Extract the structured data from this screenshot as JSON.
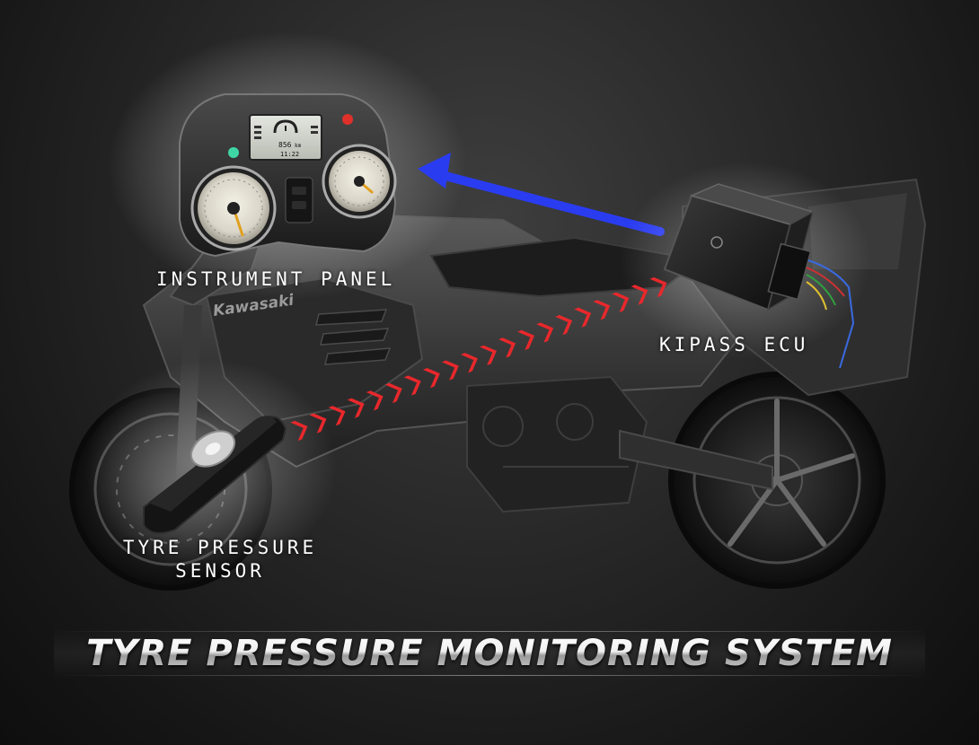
{
  "title": "TYRE PRESSURE MONITORING SYSTEM",
  "labels": {
    "instrument_panel": "INSTRUMENT PANEL",
    "ecu": "KIPASS ECU",
    "sensor_line1": "TYRE PRESSURE",
    "sensor_line2": "SENSOR"
  },
  "brand_text": "Kawasaki",
  "display": {
    "odometer": "856",
    "odometer_unit": "km",
    "clock": "11:22"
  },
  "colors": {
    "data_arrow": "#e8282c",
    "display_arrow": "#2a3cf0",
    "background": "#2a2a2a",
    "label_text": "#ffffff"
  },
  "icons": [
    "motorcycle-image",
    "instrument-panel-image",
    "ecu-module-image",
    "tyre-sensor-image",
    "chevron-arrow-icon",
    "blue-arrow-icon",
    "tyre-warning-icon"
  ]
}
